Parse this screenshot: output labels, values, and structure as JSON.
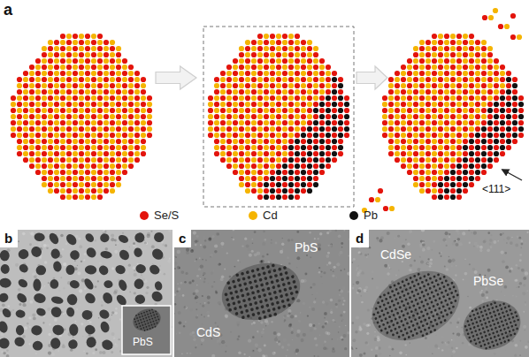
{
  "diagram": {
    "labels": [
      "a",
      "<111>",
      "b",
      "PbS",
      "c",
      "PbS",
      "CdS",
      "d",
      "CdSe",
      "PbSe"
    ],
    "legend": [
      {
        "text": "Se/S",
        "color": "#e3140c"
      },
      {
        "text": "Cd",
        "color": "#f5b400"
      },
      {
        "text": "Pb",
        "color": "#111111"
      }
    ]
  }
}
